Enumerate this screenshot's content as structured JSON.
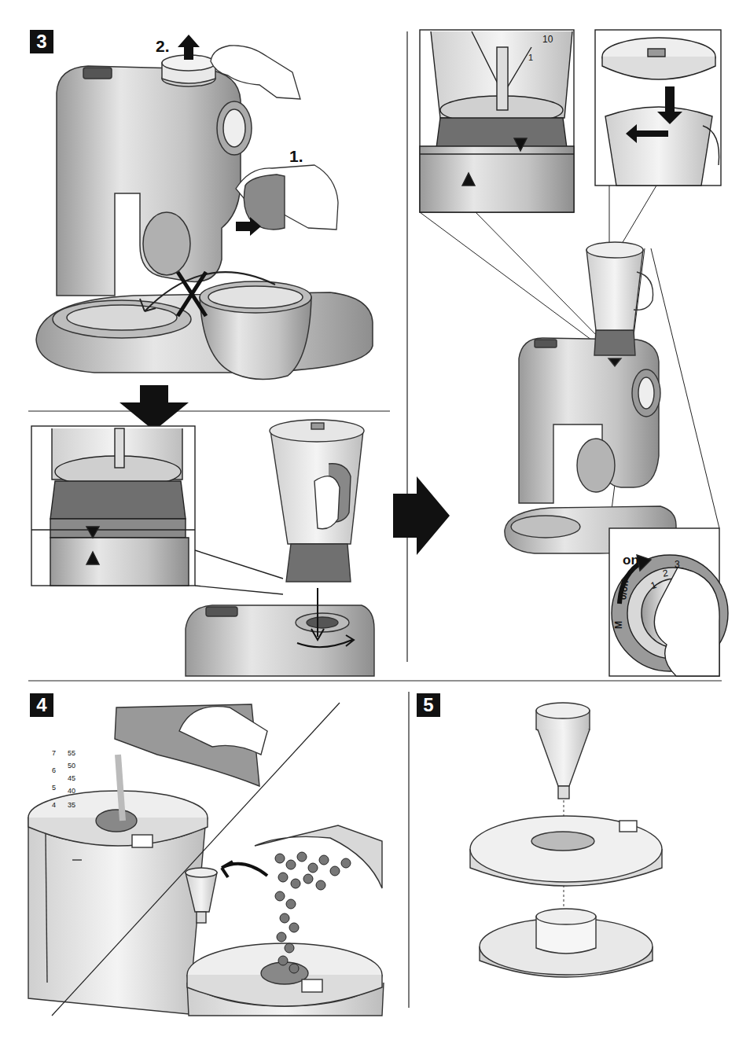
{
  "diagram": {
    "nodes": [
      {
        "text": [
          "3"
        ]
      },
      {
        "text": [
          "4"
        ]
      },
      {
        "text": [
          "5"
        ]
      }
    ],
    "labels": [
      "2.",
      "1.",
      "10",
      "1",
      "on",
      "0/off",
      "M",
      "1",
      "2",
      "3",
      "7",
      "6",
      "5",
      "4",
      "55",
      "50",
      "45",
      "40",
      "35"
    ]
  }
}
